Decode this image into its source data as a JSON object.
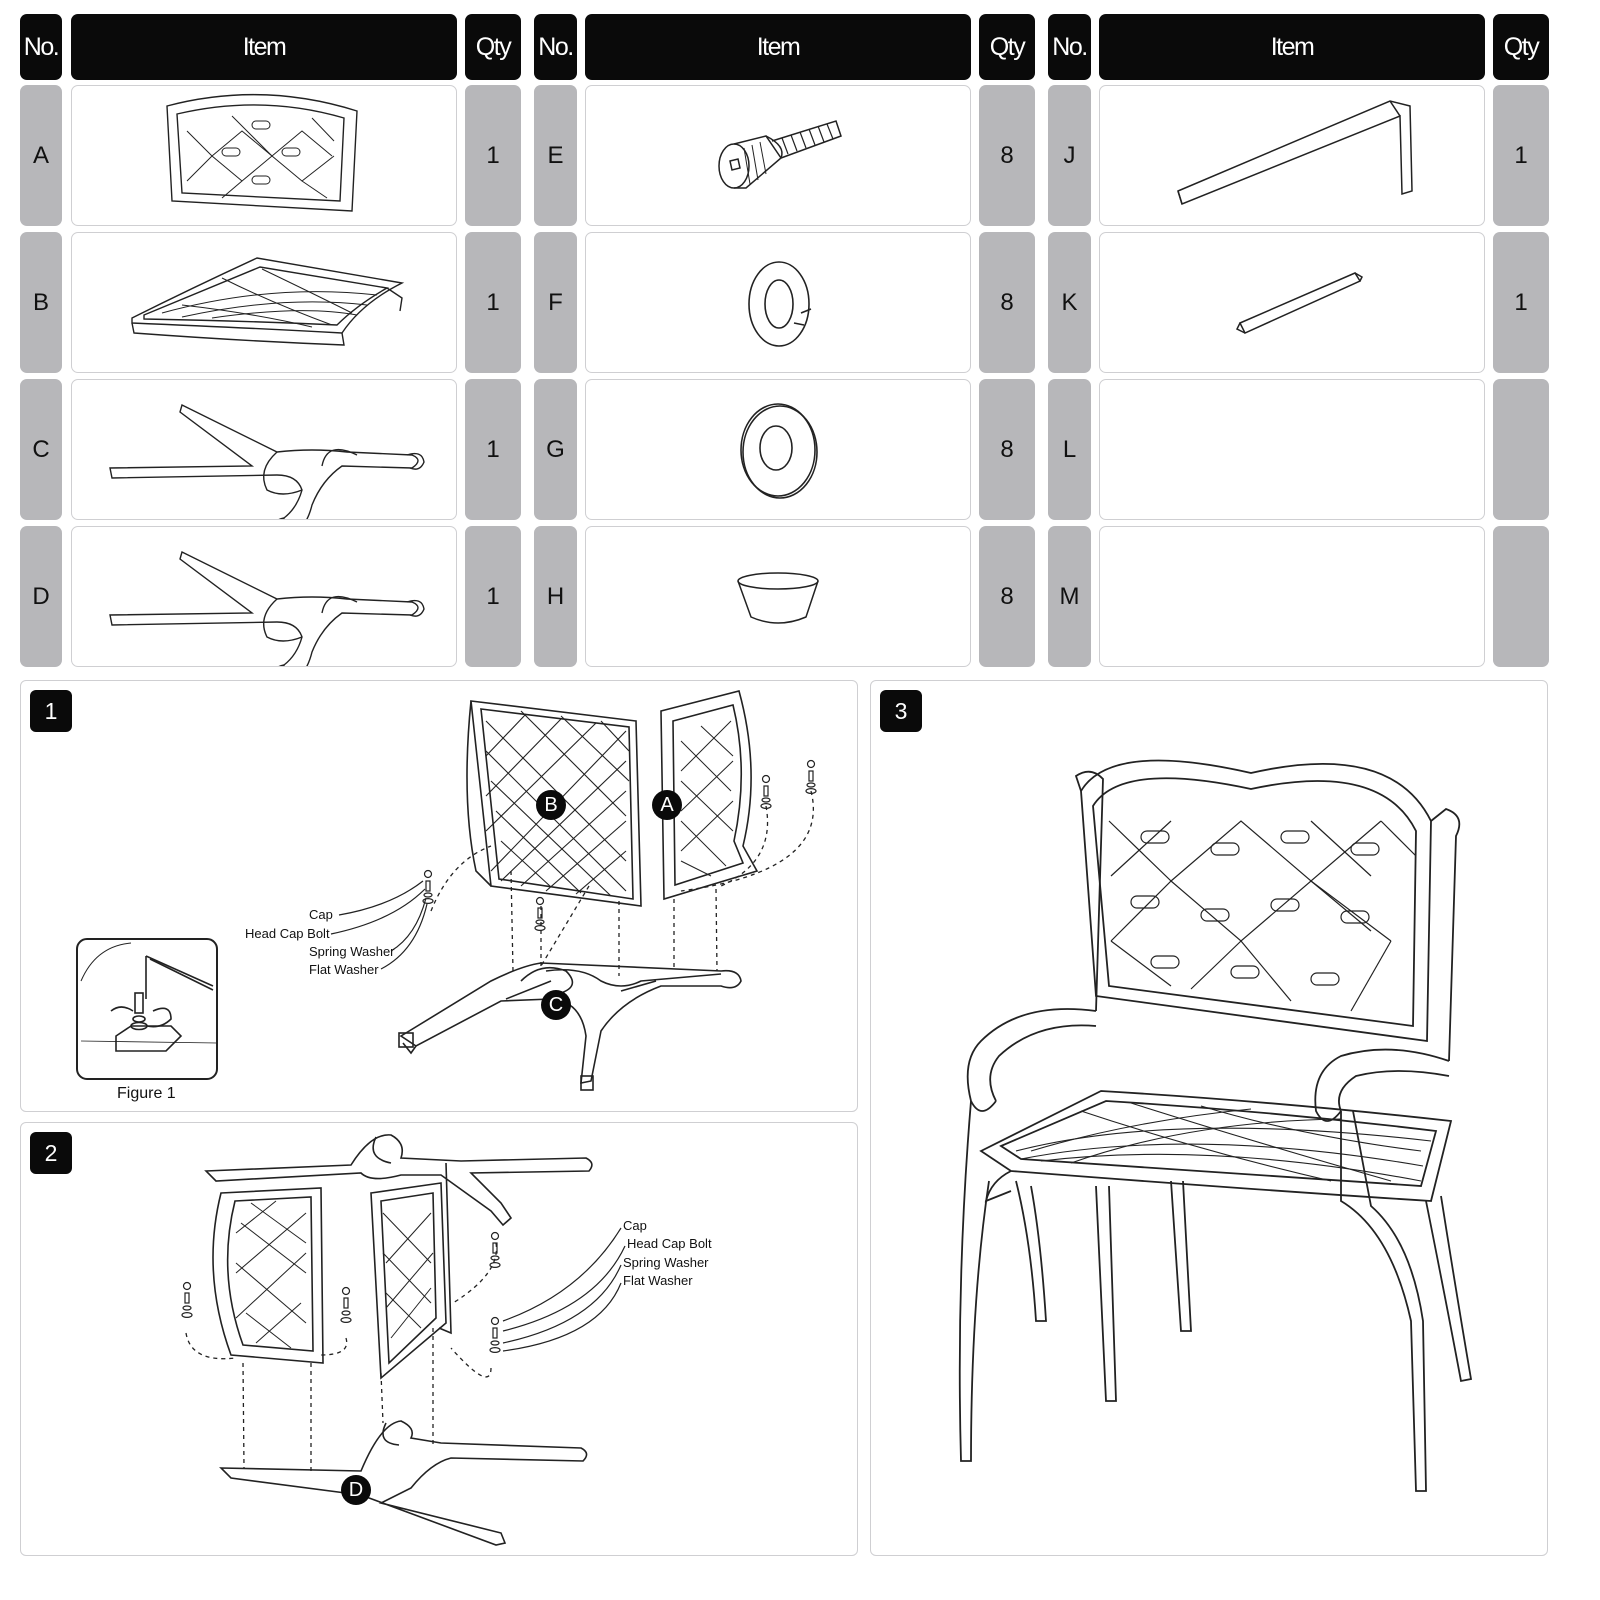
{
  "table": {
    "headers": [
      {
        "no": "No.",
        "item": "Item",
        "qty": "Qty"
      },
      {
        "no": "No.",
        "item": "Item",
        "qty": "Qty"
      },
      {
        "no": "No.",
        "item": "Item",
        "qty": "Qty"
      }
    ],
    "columns": [
      [
        {
          "no": "A",
          "qty": "1",
          "part": "back-panel"
        },
        {
          "no": "B",
          "qty": "1",
          "part": "seat"
        },
        {
          "no": "C",
          "qty": "1",
          "part": "side-frame"
        },
        {
          "no": "D",
          "qty": "1",
          "part": "side-frame"
        }
      ],
      [
        {
          "no": "E",
          "qty": "8",
          "part": "head-cap-bolt"
        },
        {
          "no": "F",
          "qty": "8",
          "part": "spring-washer"
        },
        {
          "no": "G",
          "qty": "8",
          "part": "flat-washer"
        },
        {
          "no": "H",
          "qty": "8",
          "part": "cap"
        }
      ],
      [
        {
          "no": "J",
          "qty": "1",
          "part": "allen-key"
        },
        {
          "no": "K",
          "qty": "1",
          "part": "hex-bit"
        },
        {
          "no": "L",
          "qty": "",
          "part": ""
        },
        {
          "no": "M",
          "qty": "",
          "part": ""
        }
      ]
    ]
  },
  "steps": {
    "step1": {
      "number": "1",
      "markers": {
        "b": "B",
        "a": "A",
        "c": "C"
      },
      "callouts": {
        "cap": "Cap",
        "bolt": "Head Cap Bolt",
        "spring": "Spring Washer",
        "flat": "Flat Washer"
      },
      "figure_caption": "Figure 1"
    },
    "step2": {
      "number": "2",
      "markers": {
        "d": "D"
      },
      "callouts": {
        "cap": "Cap",
        "bolt": "Head Cap Bolt",
        "spring": "Spring Washer",
        "flat": "Flat Washer"
      }
    },
    "step3": {
      "number": "3"
    }
  },
  "icons": {
    "back-panel": "back-panel-icon",
    "seat": "seat-icon",
    "side-frame": "side-frame-icon",
    "head-cap-bolt": "bolt-icon",
    "spring-washer": "spring-washer-icon",
    "flat-washer": "flat-washer-icon",
    "cap": "cap-icon",
    "allen-key": "allen-key-icon",
    "hex-bit": "hex-bit-icon"
  },
  "colors": {
    "header_bg": "#0a0a0a",
    "label_cell": "#b7b7ba",
    "line": "#222222"
  }
}
